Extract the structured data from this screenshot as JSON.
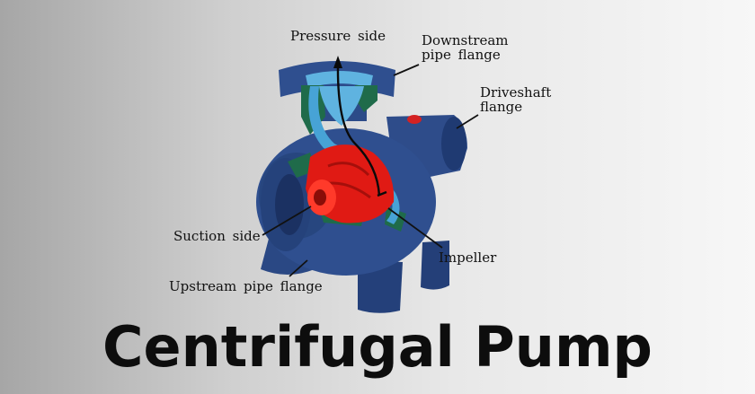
{
  "title": "Centrifugal Pump",
  "labels": {
    "pressure_side": "Pressure side",
    "downstream_line1": "Downstream",
    "downstream_line2": "pipe flange",
    "driveshaft_line1": "Driveshaft",
    "driveshaft_line2": "flange",
    "suction_side": "Suction side",
    "impeller": "Impeller",
    "upstream": "Upstream pipe flange"
  },
  "colors": {
    "casing": "#2f4f8f",
    "casing_dark": "#1d3466",
    "cutaway": "#1f6b4a",
    "flow_channel": "#47a3d6",
    "impeller": "#e01a14",
    "leader_line": "#111111"
  }
}
